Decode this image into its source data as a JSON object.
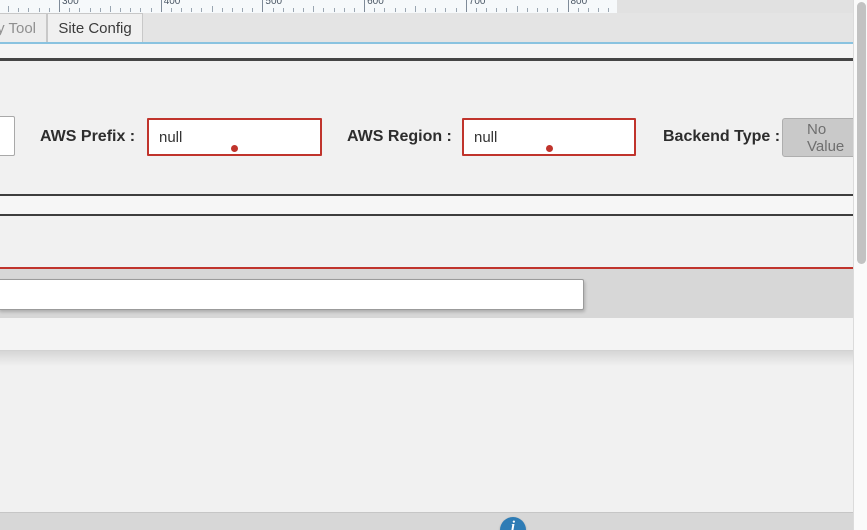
{
  "colors": {
    "error-red": "#c0342c",
    "accent-blue": "#8ac3e0",
    "info-blue": "#2e7cb5",
    "disabled-gray": "#c9c9c9"
  },
  "ruler": {
    "unit_labels": [
      "300",
      "400",
      "500",
      "600",
      "700",
      "800"
    ]
  },
  "tabs": [
    {
      "label": "y Tool",
      "active": false
    },
    {
      "label": "Site Config",
      "active": true
    }
  ],
  "form": {
    "aws_prefix": {
      "label": "AWS Prefix :",
      "value": "null"
    },
    "aws_region": {
      "label": "AWS Region :",
      "value": "null"
    },
    "backend_type": {
      "label": "Backend Type :",
      "value": "No Value"
    }
  },
  "bottom_input": {
    "value": ""
  },
  "info_button": {
    "glyph": "i"
  }
}
